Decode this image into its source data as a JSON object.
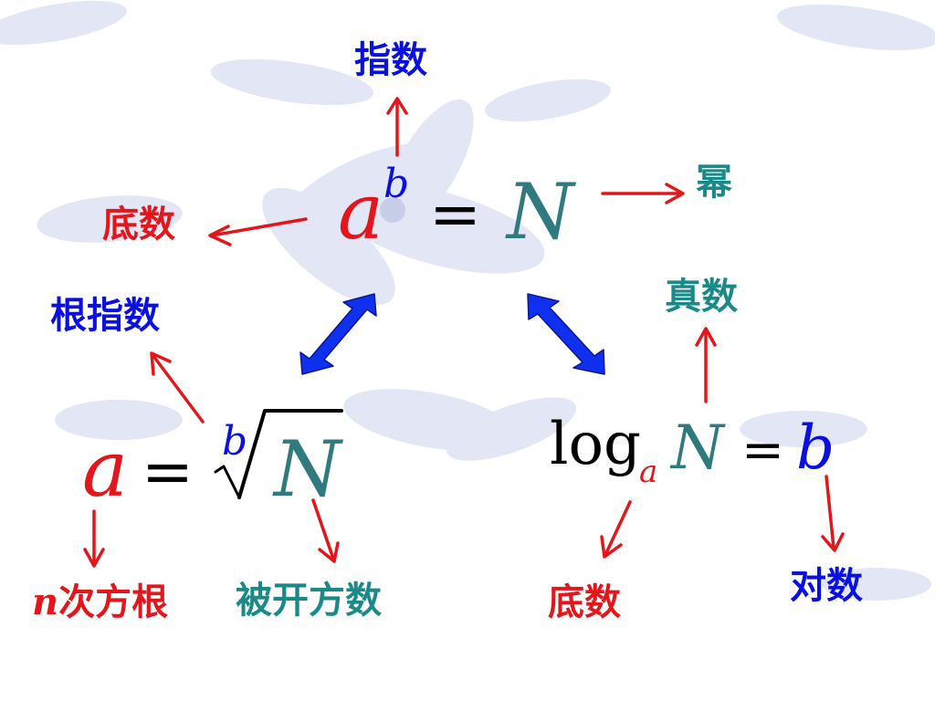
{
  "colors": {
    "label_blue": "#0a10e0",
    "label_red": "#e3161c",
    "label_teal": "#1a8a88",
    "arrow_red": "#e3161c",
    "double_arrow_blue": "#1030f0",
    "math_teal": "#2e7a7e"
  },
  "top_equation": {
    "base": "a",
    "exponent": "b",
    "equals": "=",
    "result": "N"
  },
  "radical_equation": {
    "lhs": "a",
    "equals": "=",
    "index": "b",
    "radicand": "N"
  },
  "log_equation": {
    "log": "log",
    "base": "a",
    "argument": "N",
    "equals": "=",
    "result": "b"
  },
  "labels": {
    "exponent": "指数",
    "base_top": "底数",
    "power": "幂",
    "root_index": "根指数",
    "antilog": "真数",
    "nth_root_var": "n",
    "nth_root_text": "次方根",
    "radicand": "被开方数",
    "base_log": "底数",
    "logarithm": "对数"
  }
}
